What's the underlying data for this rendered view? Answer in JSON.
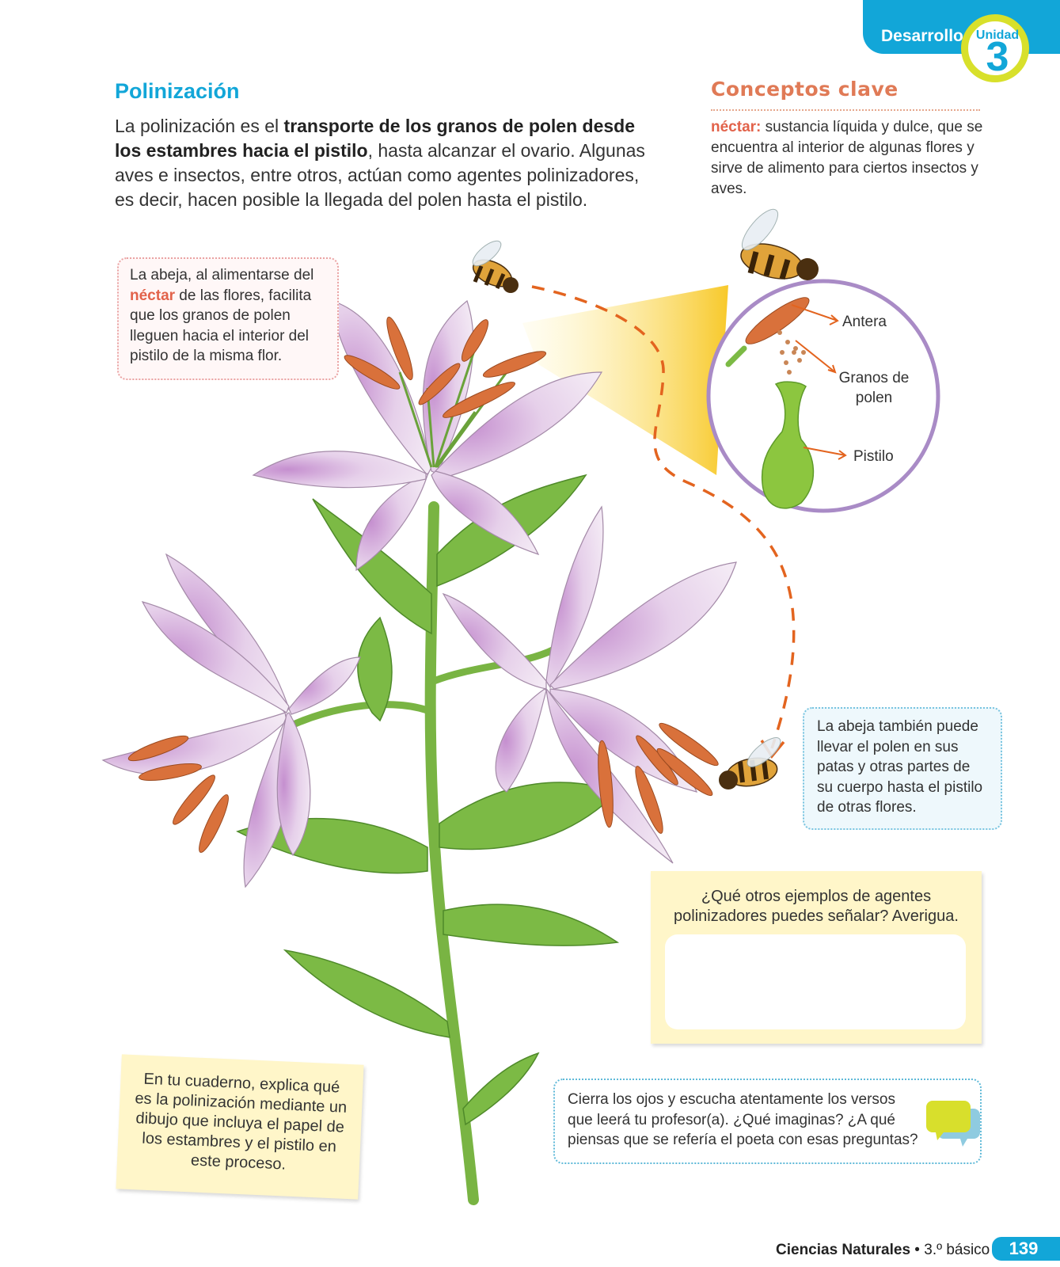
{
  "header": {
    "section": "Desarrollo",
    "unit_word": "Unidad",
    "unit_number": "3"
  },
  "main": {
    "title": "Polinización",
    "intro": {
      "part1": "La polinización es el ",
      "bold": "transporte de los granos de polen desde los estambres hacia el pistilo",
      "part2": ", hasta alcanzar el ovario. Algunas aves e insectos, entre otros, actúan como agentes polinizadores, es decir, hacen posible la llegada del polen hasta el pistilo."
    }
  },
  "concepts": {
    "title": "Conceptos clave",
    "term": "néctar:",
    "definition": " sustancia líquida y dulce, que se encuentra al interior de algunas flores y sirve de alimento para ciertos insectos y aves."
  },
  "callouts": {
    "bee_feeding": {
      "part1": "La abeja, al alimentarse del ",
      "highlight": "néctar",
      "part2": " de las flores, facilita que los granos de polen lleguen hacia el interior del pistilo de la misma flor."
    },
    "bee_carry": "La abeja también puede llevar el polen en sus patas y otras partes de su cuerpo hasta el pistilo de otras flores."
  },
  "diagram": {
    "labels": {
      "anther": "Antera",
      "pollen_line1": "Granos de",
      "pollen_line2": "polen",
      "pistil": "Pistilo"
    },
    "colors": {
      "petal": "#e6d0ea",
      "leaf": "#7cba45",
      "stamen": "#d9713b",
      "arrow": "#e3641f",
      "circle": "#a98bc6"
    }
  },
  "activities": {
    "question": "¿Qué otros ejemplos de agentes polinizadores puedes señalar? Averigua.",
    "notebook": "En tu cuaderno, explica qué es la polinización mediante un dibujo que incluya el papel de los estambres y el pistilo en este proceso.",
    "listen": "Cierra los ojos y escucha atentamente los versos que leerá tu profesor(a). ¿Qué imaginas? ¿A qué piensas que se refería el poeta con esas preguntas?"
  },
  "footer": {
    "subject": "Ciencias Naturales",
    "separator": " • ",
    "grade": "3.º básico",
    "page": "139"
  }
}
